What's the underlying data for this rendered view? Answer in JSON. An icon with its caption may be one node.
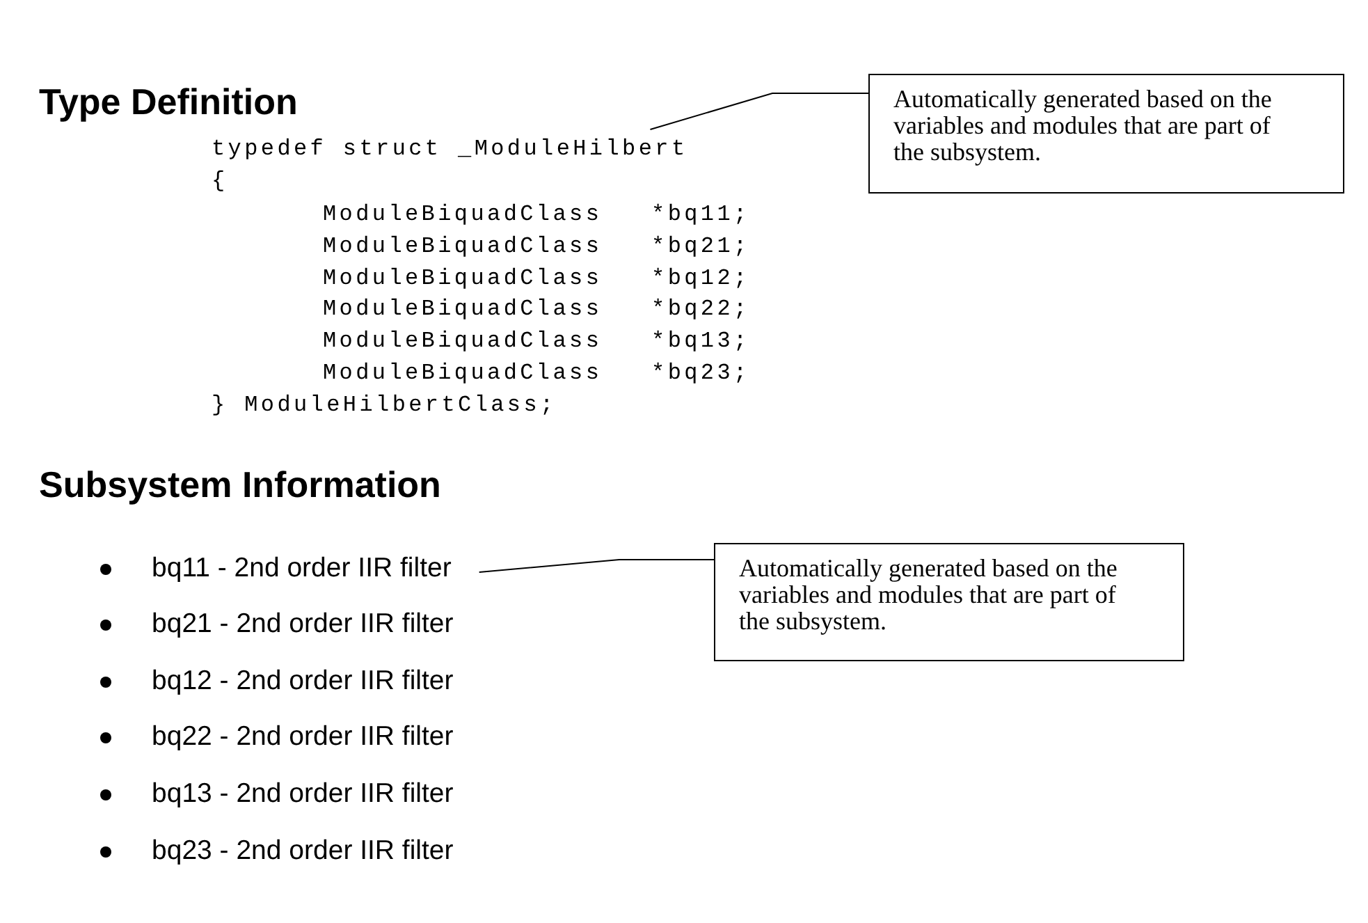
{
  "diagram": {
    "nodes": [
      {
        "text": [
          "Automatically generated based on the variables and modules that are part of the subsystem."
        ]
      },
      {
        "text": [
          "typedef struct _ModuleHilbert"
        ]
      },
      {
        "text": [
          "Automatically generated based on the variables and modules that are part of the subsystem."
        ]
      },
      {
        "text": [
          "bq11 - 2nd order IIR filter"
        ]
      }
    ],
    "edges": [
      {
        "from": 0,
        "to": 1,
        "arrow": "none"
      },
      {
        "from": 2,
        "to": 3,
        "arrow": "none"
      }
    ],
    "labels": [
      "Type Definition",
      "{",
      "ModuleBiquadClass   *bq11;",
      "ModuleBiquadClass   *bq21;",
      "ModuleBiquadClass   *bq12;",
      "ModuleBiquadClass   *bq22;",
      "ModuleBiquadClass   *bq13;",
      "ModuleBiquadClass   *bq23;",
      "} ModuleHilbertClass;",
      "Subsystem Information",
      "bq21 - 2nd order IIR filter",
      "bq12 - 2nd order IIR filter",
      "bq22 - 2nd order IIR filter",
      "bq13 - 2nd order IIR filter",
      "bq23 - 2nd order IIR filter"
    ]
  }
}
